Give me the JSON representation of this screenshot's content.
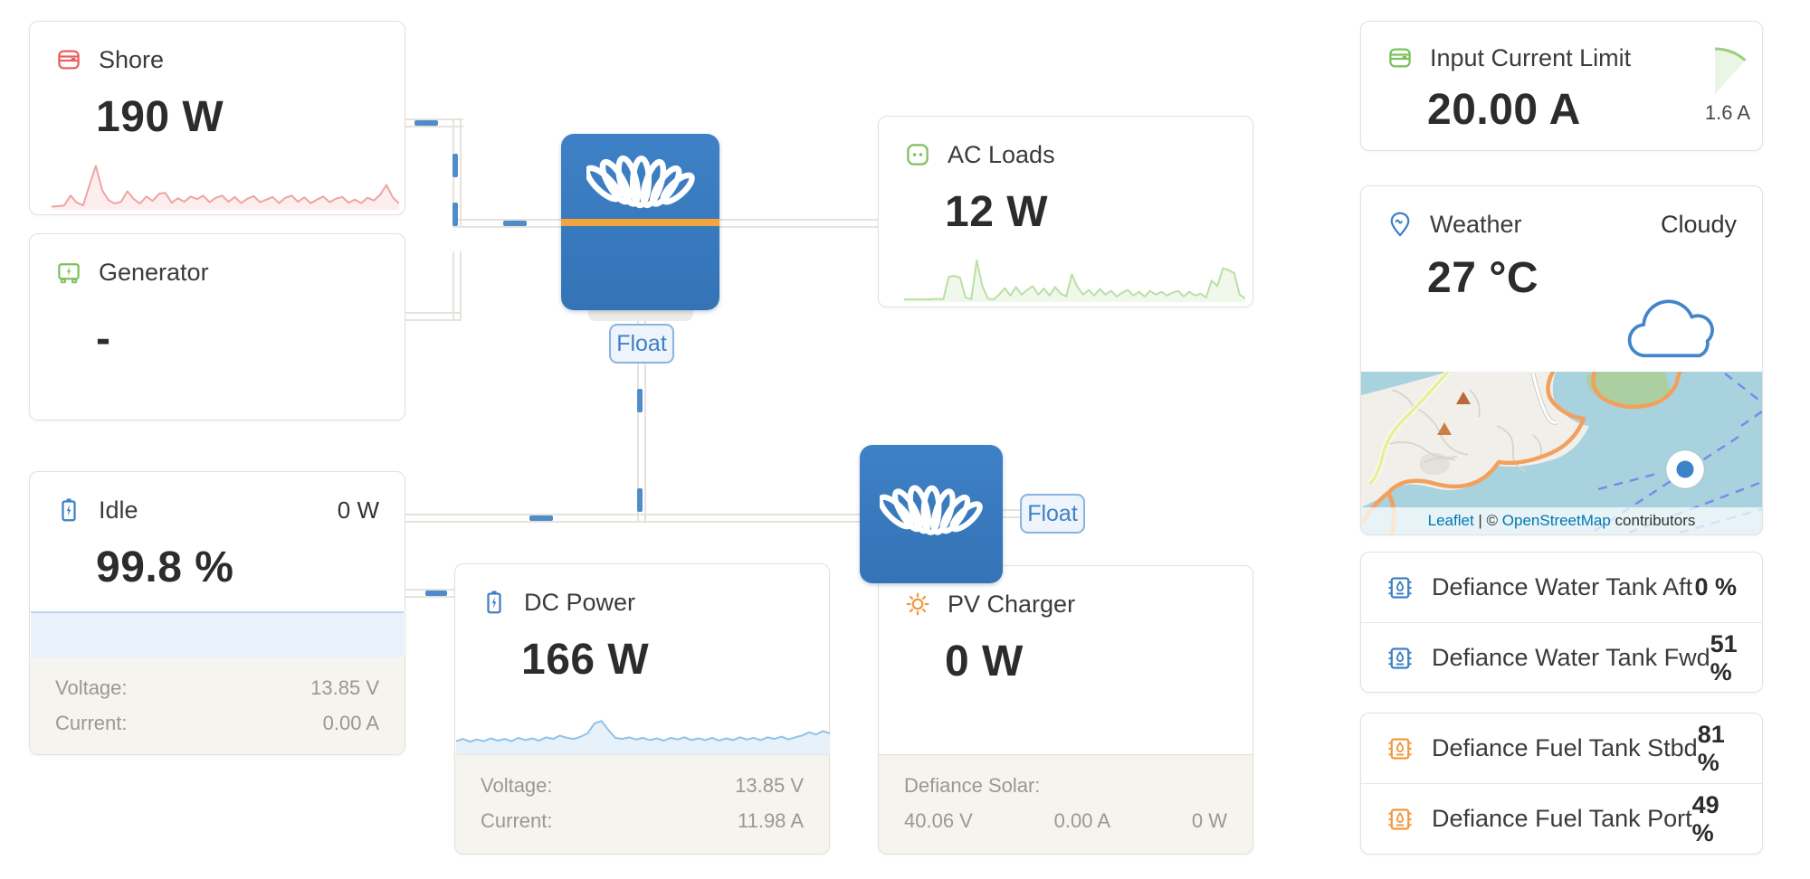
{
  "colors": {
    "victron_blue": "#3b7cc1",
    "stripe_orange": "#f2a43d",
    "shore_red": "#e8605f",
    "gen_green": "#7cc25c",
    "battery_blue": "#3f80c4",
    "pv_orange": "#f09a3e",
    "footer_beige": "#f6f4ef",
    "wire_gray": "#e6e3dd",
    "flow_dash_blue": "#4f8cc9",
    "float_text": "#4181c4",
    "map_water": "#a9d2df",
    "map_land": "#f1efe9",
    "map_road_orange": "#f2a05c",
    "link_blue": "#0077b0"
  },
  "labels": {
    "float": "Float"
  },
  "cards": {
    "shore": {
      "label": "Shore",
      "value": "190 W"
    },
    "generator": {
      "label": "Generator",
      "value": "-"
    },
    "idle": {
      "label": "Idle",
      "header_value": "0 W",
      "value": "99.8 %",
      "rows": [
        {
          "label": "Voltage:",
          "value": "13.85 V"
        },
        {
          "label": "Current:",
          "value": "0.00 A"
        }
      ]
    },
    "ac_loads": {
      "label": "AC Loads",
      "value": "12 W"
    },
    "dc_power": {
      "label": "DC Power",
      "value": "166 W",
      "rows": [
        {
          "label": "Voltage:",
          "value": "13.85 V"
        },
        {
          "label": "Current:",
          "value": "11.98 A"
        }
      ]
    },
    "pv_charger": {
      "label": "PV Charger",
      "value": "0 W",
      "detail_label": "Defiance Solar:",
      "detail_voltage": "40.06 V",
      "detail_current": "0.00 A",
      "detail_power": "0 W"
    },
    "input_limit": {
      "label": "Input Current Limit",
      "value": "20.00 A",
      "gauge_label": "1.6 A"
    },
    "weather": {
      "label": "Weather",
      "condition": "Cloudy",
      "value": "27 °C"
    },
    "water_tanks": [
      {
        "label": "Defiance Water Tank Aft",
        "value": "0 %"
      },
      {
        "label": "Defiance Water Tank Fwd",
        "value": "51 %"
      }
    ],
    "fuel_tanks": [
      {
        "label": "Defiance Fuel Tank Stbd",
        "value": "81 %"
      },
      {
        "label": "Defiance Fuel Tank Port",
        "value": "49 %"
      }
    ]
  },
  "map": {
    "attribution": {
      "leaflet": "Leaflet",
      "separator": " | © ",
      "osm": "OpenStreetMap",
      "suffix": " contributors"
    }
  },
  "sparklines": {
    "shore": {
      "stroke": "#f0a3a3",
      "fill": "#fdeeee",
      "values": [
        3,
        4,
        6,
        28,
        12,
        6,
        52,
        95,
        40,
        18,
        10,
        14,
        38,
        20,
        10,
        26,
        16,
        32,
        34,
        12,
        22,
        14,
        26,
        20,
        28,
        13,
        23,
        28,
        14,
        25,
        11,
        21,
        27,
        13,
        19,
        25,
        11,
        23,
        28,
        14,
        24,
        11,
        19,
        26,
        13,
        21,
        25,
        12,
        19,
        11,
        23,
        17,
        30,
        52,
        24,
        10
      ]
    },
    "ac_loads": {
      "stroke": "#b9e0a6",
      "fill": "#eff8ea",
      "values": [
        2,
        2,
        2,
        2,
        2,
        2,
        3,
        2,
        50,
        52,
        48,
        6,
        2,
        85,
        30,
        3,
        2,
        12,
        26,
        10,
        28,
        12,
        22,
        30,
        12,
        25,
        10,
        28,
        14,
        8,
        55,
        28,
        12,
        22,
        10,
        24,
        12,
        20,
        8,
        16,
        22,
        10,
        18,
        8,
        20,
        12,
        18,
        10,
        16,
        20,
        8,
        18,
        10,
        14,
        6,
        42,
        30,
        68,
        64,
        58,
        12,
        4
      ]
    },
    "dc_power": {
      "stroke": "#90c2e9",
      "fill": "#e7f1fa",
      "values": [
        20,
        24,
        19,
        23,
        20,
        25,
        21,
        24,
        20,
        26,
        22,
        25,
        21,
        27,
        24,
        30,
        26,
        24,
        28,
        34,
        52,
        56,
        40,
        26,
        24,
        27,
        23,
        26,
        22,
        25,
        21,
        26,
        23,
        27,
        22,
        25,
        22,
        26,
        21,
        25,
        22,
        27,
        23,
        26,
        22,
        27,
        24,
        28,
        23,
        27,
        30,
        36,
        32,
        38,
        34
      ]
    }
  }
}
